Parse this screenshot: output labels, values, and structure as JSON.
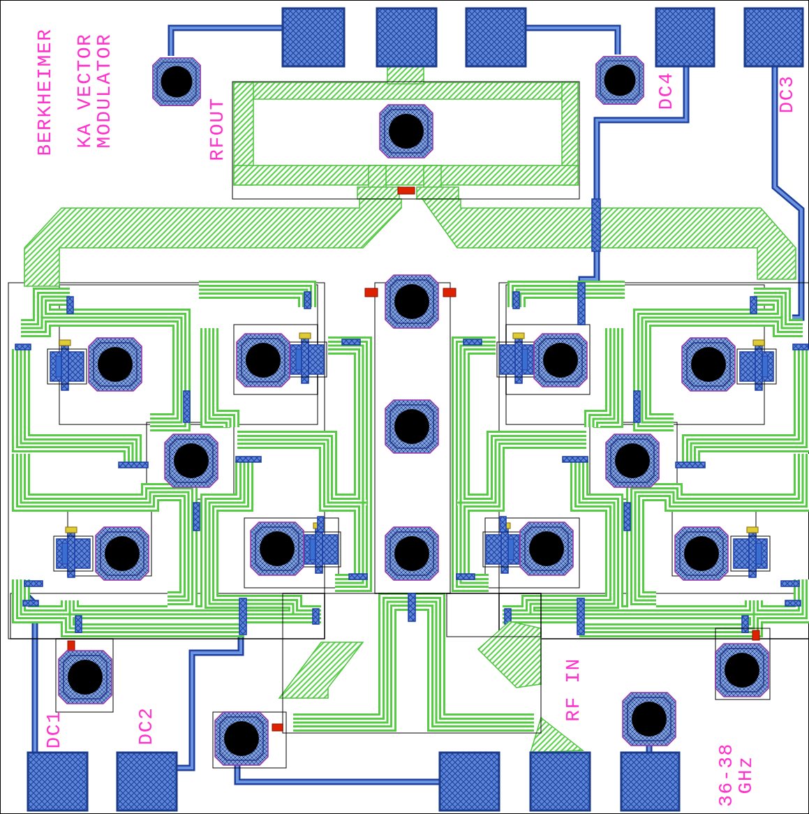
{
  "diagram": {
    "labels": [
      "BERKHEIMER",
      "KA VECTOR MODULATOR",
      "RFOUT",
      "DC4",
      "DC3",
      "DC1",
      "DC2",
      "RF IN",
      "36-38 GHz"
    ]
  }
}
